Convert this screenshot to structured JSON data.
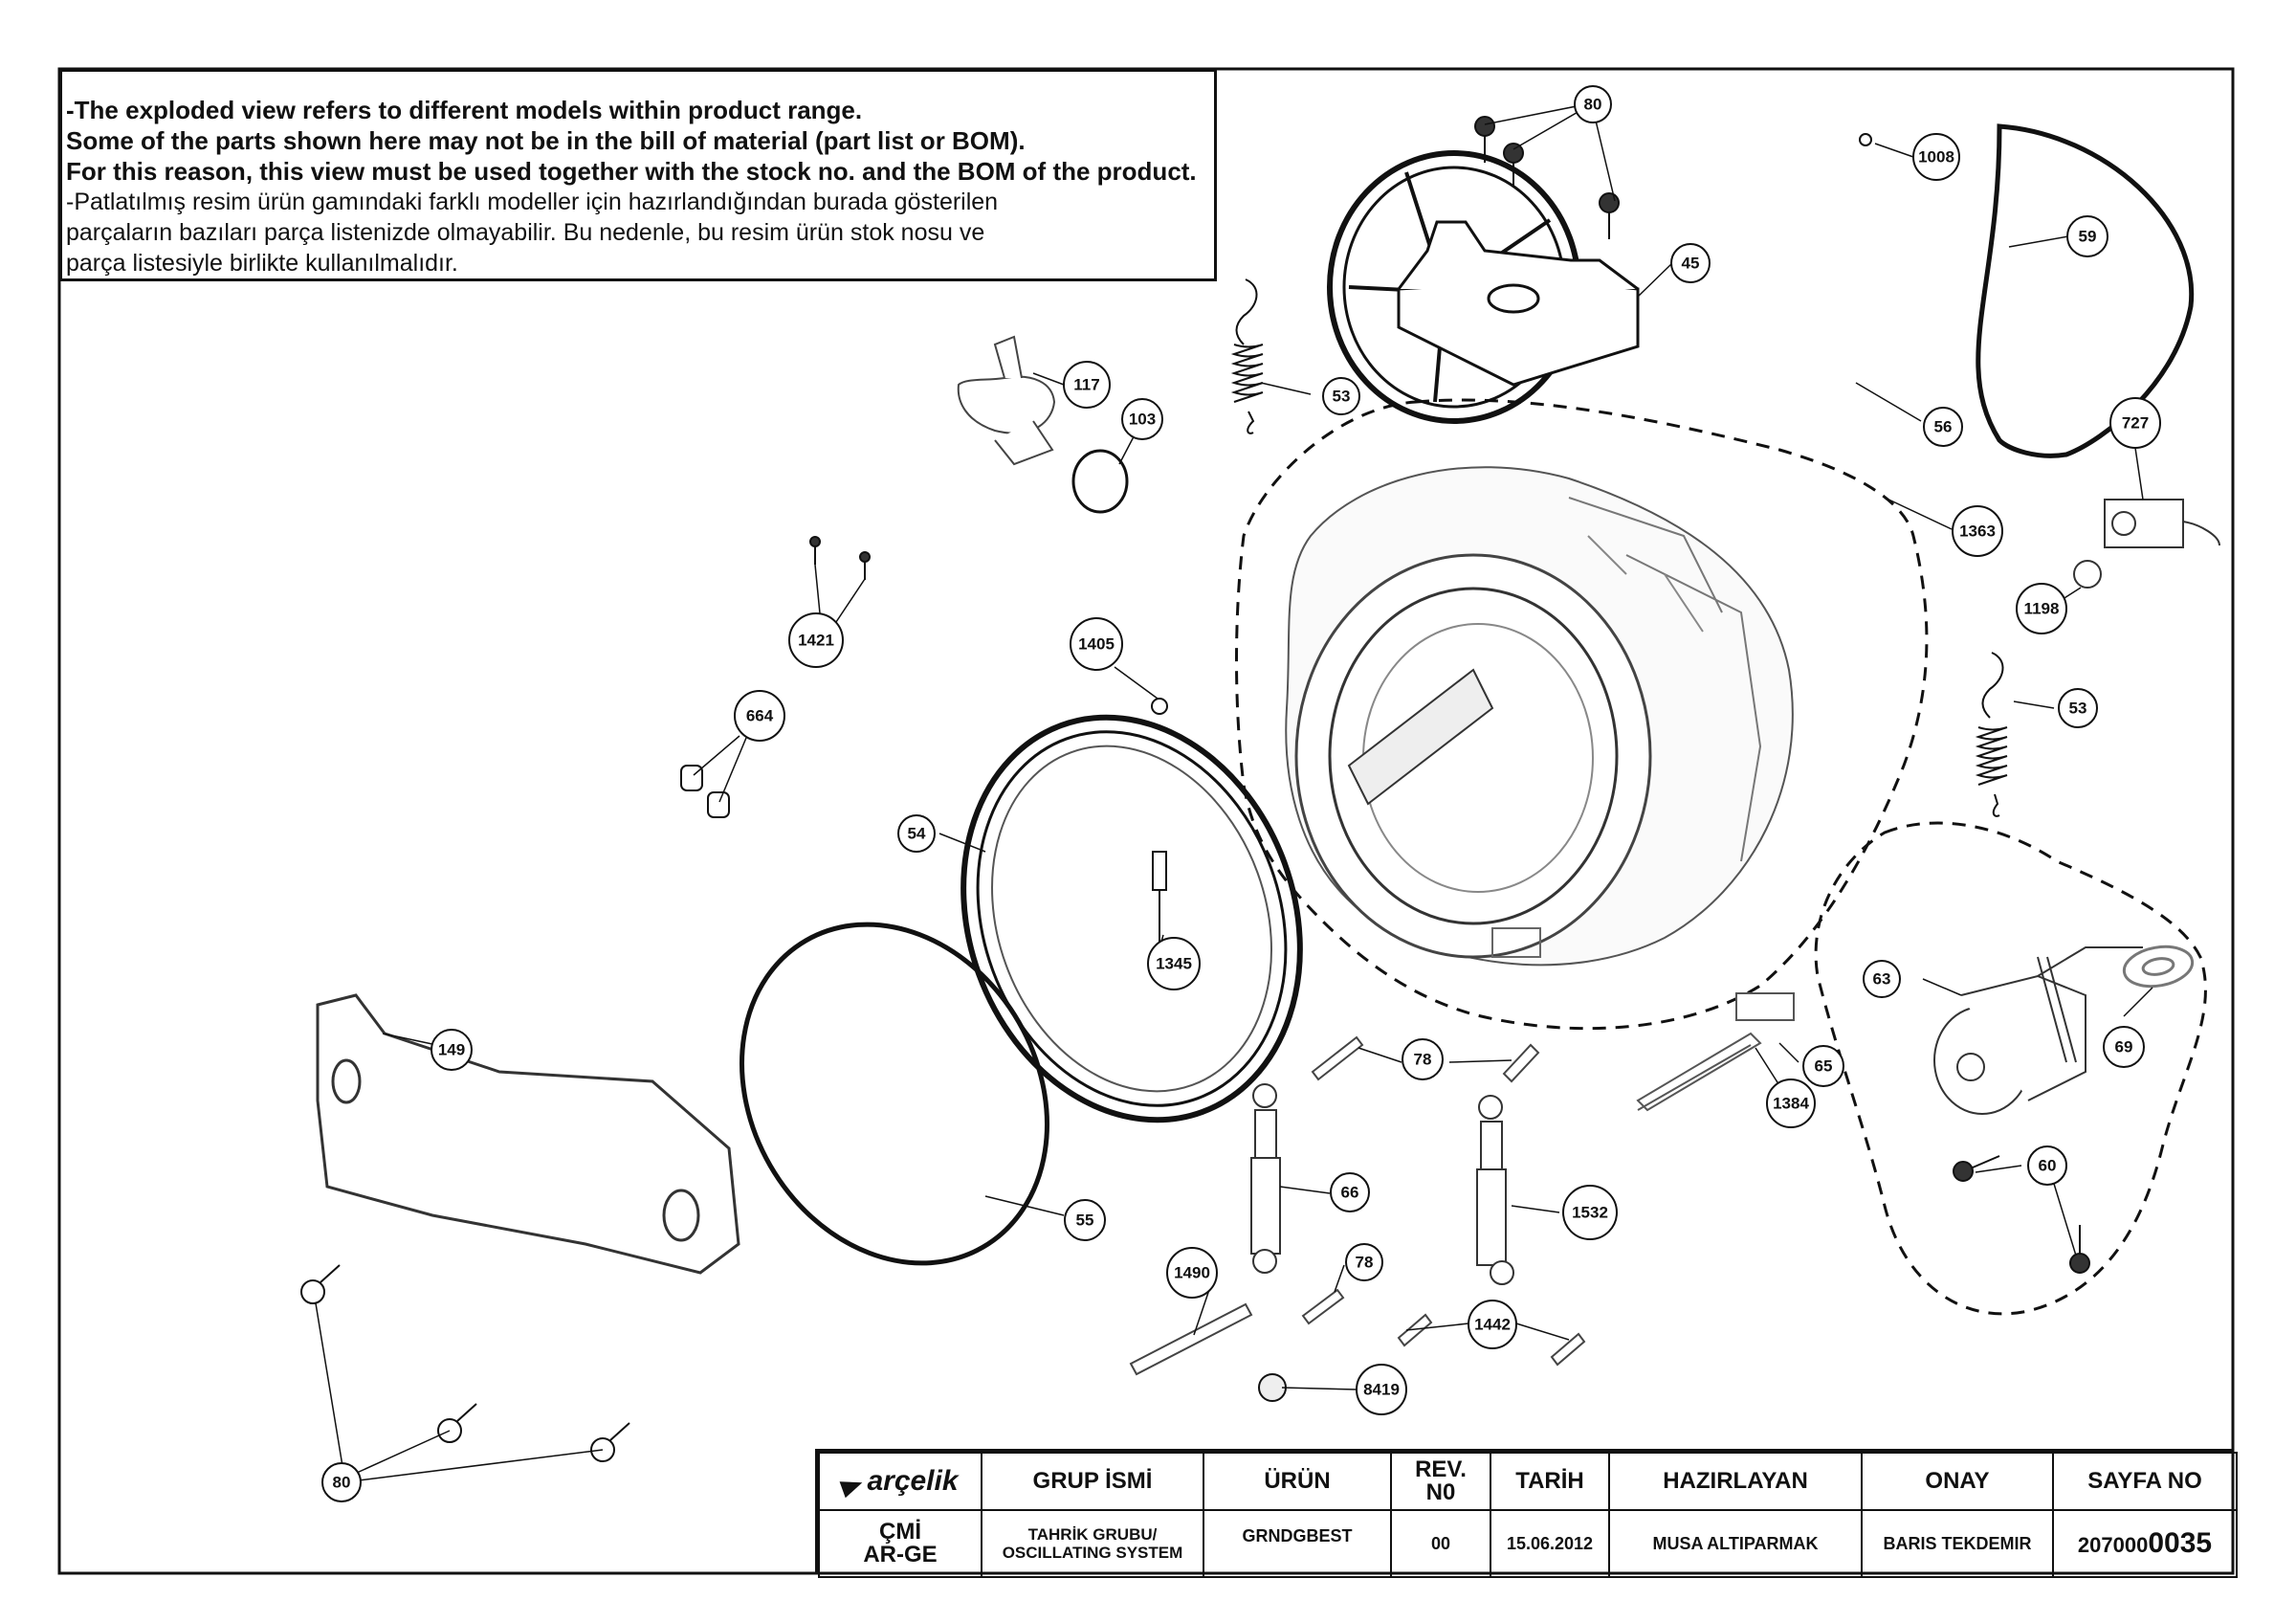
{
  "notes": [
    {
      "text": "-The exploded view refers to different models within product range.",
      "bold": true
    },
    {
      "text": " Some of the parts shown here may not be in the bill of material (part list or BOM).",
      "bold": true
    },
    {
      "text": " For this reason, this view must be used together with the stock no. and the BOM of the product.",
      "bold": true
    },
    {
      "text": "-Patlatılmış resim ürün gamındaki farklı modeller için hazırlandığından burada gösterilen",
      "bold": false
    },
    {
      "text": " parçaların bazıları parça listenizde olmayabilir. Bu nedenle, bu resim ürün stok nosu ve",
      "bold": false
    },
    {
      "text": " parça listesiyle birlikte kullanılmalıdır.",
      "bold": false
    }
  ],
  "callouts": [
    "80",
    "1008",
    "59",
    "45",
    "56",
    "117",
    "53",
    "103",
    "1363",
    "727",
    "1198",
    "1421",
    "1405",
    "664",
    "53",
    "54",
    "1345",
    "63",
    "69",
    "149",
    "78",
    "65",
    "1384",
    "66",
    "1532",
    "60",
    "55",
    "1490",
    "78",
    "1442",
    "8419",
    "80"
  ],
  "title_block": {
    "brand": "arçelik",
    "dept_line1": "ÇMİ",
    "dept_line2": "AR-GE",
    "headers": {
      "group": "GRUP İSMİ",
      "product": "ÜRÜN",
      "rev_line1": "REV.",
      "rev_line2": "N0",
      "date": "TARİH",
      "prepared": "HAZIRLAYAN",
      "approved": "ONAY",
      "page": "SAYFA NO"
    },
    "values": {
      "group_line1": "TAHRİK GRUBU/",
      "group_line2": "OSCILLATING SYSTEM",
      "product": "GRNDGBEST",
      "rev": "00",
      "date": "15.06.2012",
      "prepared": "MUSA ALTIPARMAK",
      "approved": "BARIS TEKDEMIR",
      "page_prefix": "207000",
      "page_suffix": "0035"
    }
  }
}
